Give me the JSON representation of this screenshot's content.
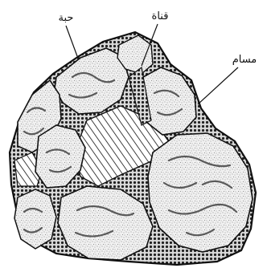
{
  "labels": {
    "grain": "حبة",
    "channel": "قناة",
    "pore": "مسام"
  },
  "colors": {
    "ink": "#111111",
    "grain_fill": "#f1f1f1",
    "speckle": "#7a7a7a",
    "swirl": "#5a5a5a",
    "hatch_fill": "#ffffff",
    "background": "#ffffff"
  }
}
